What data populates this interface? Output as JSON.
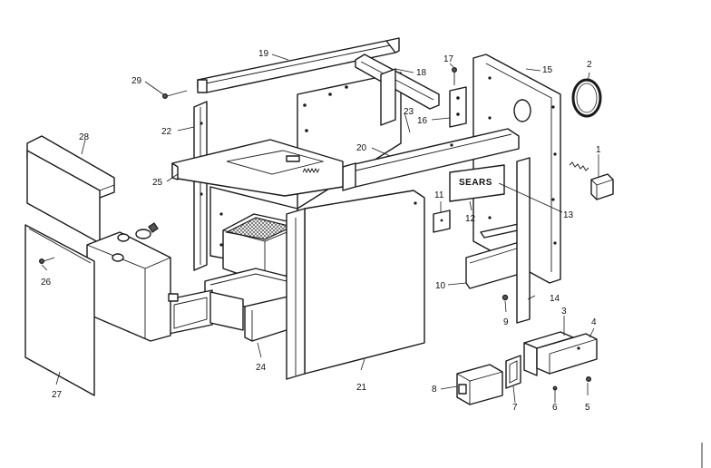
{
  "diagram": {
    "brand_label": "SEARS",
    "callouts": [
      {
        "id": "1",
        "label": "1"
      },
      {
        "id": "2",
        "label": "2"
      },
      {
        "id": "3",
        "label": "3"
      },
      {
        "id": "4",
        "label": "4"
      },
      {
        "id": "5",
        "label": "5"
      },
      {
        "id": "6",
        "label": "6"
      },
      {
        "id": "7",
        "label": "7"
      },
      {
        "id": "8",
        "label": "8"
      },
      {
        "id": "9",
        "label": "9"
      },
      {
        "id": "10",
        "label": "10"
      },
      {
        "id": "11",
        "label": "11"
      },
      {
        "id": "12",
        "label": "12"
      },
      {
        "id": "13",
        "label": "13"
      },
      {
        "id": "14",
        "label": "14"
      },
      {
        "id": "15",
        "label": "15"
      },
      {
        "id": "16",
        "label": "16"
      },
      {
        "id": "17",
        "label": "17"
      },
      {
        "id": "18",
        "label": "18"
      },
      {
        "id": "19",
        "label": "19"
      },
      {
        "id": "20",
        "label": "20"
      },
      {
        "id": "21",
        "label": "21"
      },
      {
        "id": "22",
        "label": "22"
      },
      {
        "id": "23",
        "label": "23"
      },
      {
        "id": "24",
        "label": "24"
      },
      {
        "id": "25",
        "label": "25"
      },
      {
        "id": "26",
        "label": "26"
      },
      {
        "id": "27",
        "label": "27"
      },
      {
        "id": "28",
        "label": "28"
      },
      {
        "id": "29",
        "label": "29"
      }
    ]
  }
}
